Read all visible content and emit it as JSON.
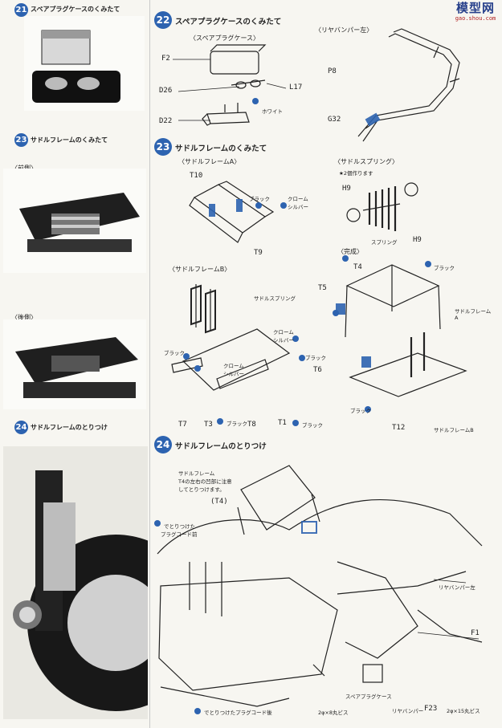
{
  "header_logo": {
    "title": "模型网",
    "url": "gao.shou.com"
  },
  "photo_col": {
    "step21_title": "スペアプラグケースのくみたて",
    "step23": {
      "num": "23",
      "title": "サドルフレームのくみたて",
      "front": "〈前側〉",
      "rear": "〈後側〉"
    },
    "step24": {
      "num": "24",
      "title": "サドルフレームのとりつけ"
    }
  },
  "step22": {
    "num": "22",
    "title": "スペアプラグケースのくみたて",
    "sub_case": "〈スペアプラグケース〉",
    "sub_bar": "〈リヤバンパー左〉",
    "parts": {
      "f2": "F2",
      "d26": "D26",
      "l17": "L17",
      "d22": "D22",
      "p8": "P8",
      "g32": "G32"
    },
    "white": "ホワイト"
  },
  "step23": {
    "num": "23",
    "title": "サドルフレームのくみたて",
    "sub_a": "〈サドルフレームA〉",
    "sub_spring": "〈サドルスプリング〉",
    "note": "★2個作ります",
    "sub_b": "〈サドルフレームB〉",
    "sub_done": "〈完成〉",
    "saddle_spring": "サドルスプリング",
    "spring": "スプリング",
    "frame_a": "サドルフレーム",
    "frame_a_suffix": "A",
    "frame_b": "サドルフレームB",
    "colors": {
      "black": "ブラック",
      "chrome": "クローム",
      "silver": "シルバー"
    },
    "parts": {
      "t10": "T10",
      "t9": "T9",
      "h9a": "H9",
      "h9b": "H9",
      "t4": "T4",
      "t5": "T5",
      "t6": "T6",
      "t7": "T7",
      "t3": "T3",
      "t8": "T8",
      "t1": "T1",
      "t12": "T12"
    }
  },
  "step24": {
    "num": "24",
    "title": "サドルフレームのとりつけ",
    "note1": "サドルフレーム",
    "note2": "T4の左右の凹部に注意",
    "note3": "してとりつけます。",
    "t4ref": "(T4)",
    "plug_before": "でとりつけた",
    "plug_before2": "プラグコード前",
    "plug_after": "でとりつけたプラグコード後",
    "rear_bumper_left": "リヤバンパー左",
    "f1": "F1",
    "f23": "F23",
    "spare_case": "スペアプラグケース",
    "rear_bumper": "リヤバンパー",
    "screw1": "2φ×8丸ビス",
    "screw2": "2φ×15丸ビス"
  },
  "colors": {
    "accent": "#2d63b0",
    "ink": "#1a1a1a",
    "paper": "#f7f6f1"
  }
}
